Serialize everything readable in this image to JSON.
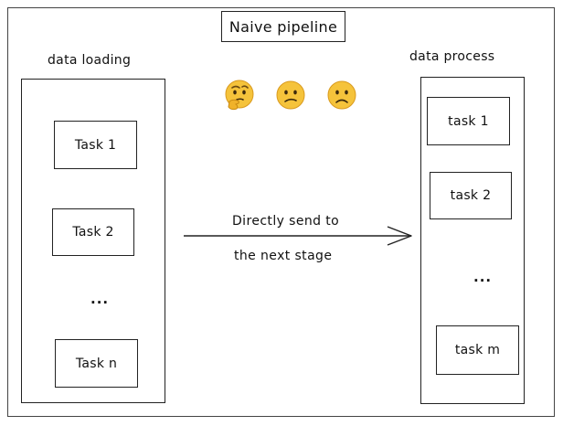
{
  "title": "Naive pipeline",
  "left_column": {
    "label": "data loading",
    "tasks": [
      "Task 1",
      "Task 2",
      "Task n"
    ],
    "ellipsis": "..."
  },
  "right_column": {
    "label": "data process",
    "tasks": [
      "task 1",
      "task 2",
      "task m"
    ],
    "ellipsis": "..."
  },
  "arrow": {
    "line1": "Directly send to",
    "line2": "the next stage"
  },
  "emojis": [
    "thinking-face-icon",
    "confused-face-icon",
    "frowning-face-icon"
  ],
  "colors": {
    "emoji_face": "#F5C33B",
    "emoji_outline": "#D99A1E",
    "line": "#222222"
  }
}
